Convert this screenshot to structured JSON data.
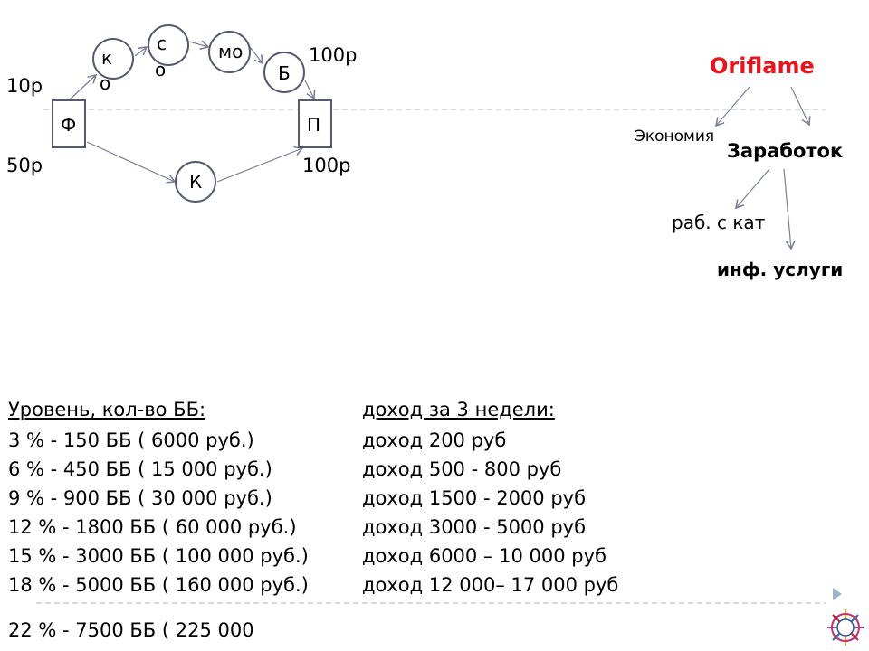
{
  "diagram": {
    "nodes": {
      "f": "Ф",
      "ko1": "к",
      "ko2": "о",
      "so1": "с",
      "so2": "о",
      "mo": "мо",
      "b": "Б",
      "p": "П",
      "k": "К"
    },
    "labels": {
      "top_left": "10р",
      "bottom_left": "50р",
      "top_right": "100р",
      "bottom_right": "100р"
    }
  },
  "tree": {
    "root": "Oriflame",
    "economy": "Экономия",
    "earnings": "Заработок",
    "catalog_work": "раб. с кат",
    "info_services": "инф. услуги",
    "root_color": "#e8131b"
  },
  "table": {
    "header_level": "Уровень, кол-во ББ:",
    "header_income": "доход  за 3 недели:",
    "rows": [
      {
        "line1": "3 % - 150 ББ ( 6000",
        "line2": "руб.)",
        "income": "доход 200 руб"
      },
      {
        "line1": "6 % - 450 ББ ( 15 000",
        "line2": "руб.)",
        "income": "доход 500 - 800 руб"
      },
      {
        "line1": "9 % - 900 ББ ( 30 000",
        "line2": "руб.)",
        "income": "доход 1500 - 2000 руб"
      },
      {
        "line1": "12 % - 1800 ББ ( 60",
        "line2": "000 руб.)",
        "income": "доход 3000 - 5000 руб"
      },
      {
        "line1": "15 % - 3000 ББ ( 100 000",
        "line2": "руб.)",
        "income": "доход 6000 – 10 000 руб"
      },
      {
        "line1": "18 % - 5000 ББ ( 160 000",
        "line2": "руб.)",
        "income": "доход 12 000– 17 000 руб"
      },
      {
        "line1": "22 % - 7500 ББ ( 225 000",
        "line2": "",
        "income": ""
      }
    ]
  }
}
